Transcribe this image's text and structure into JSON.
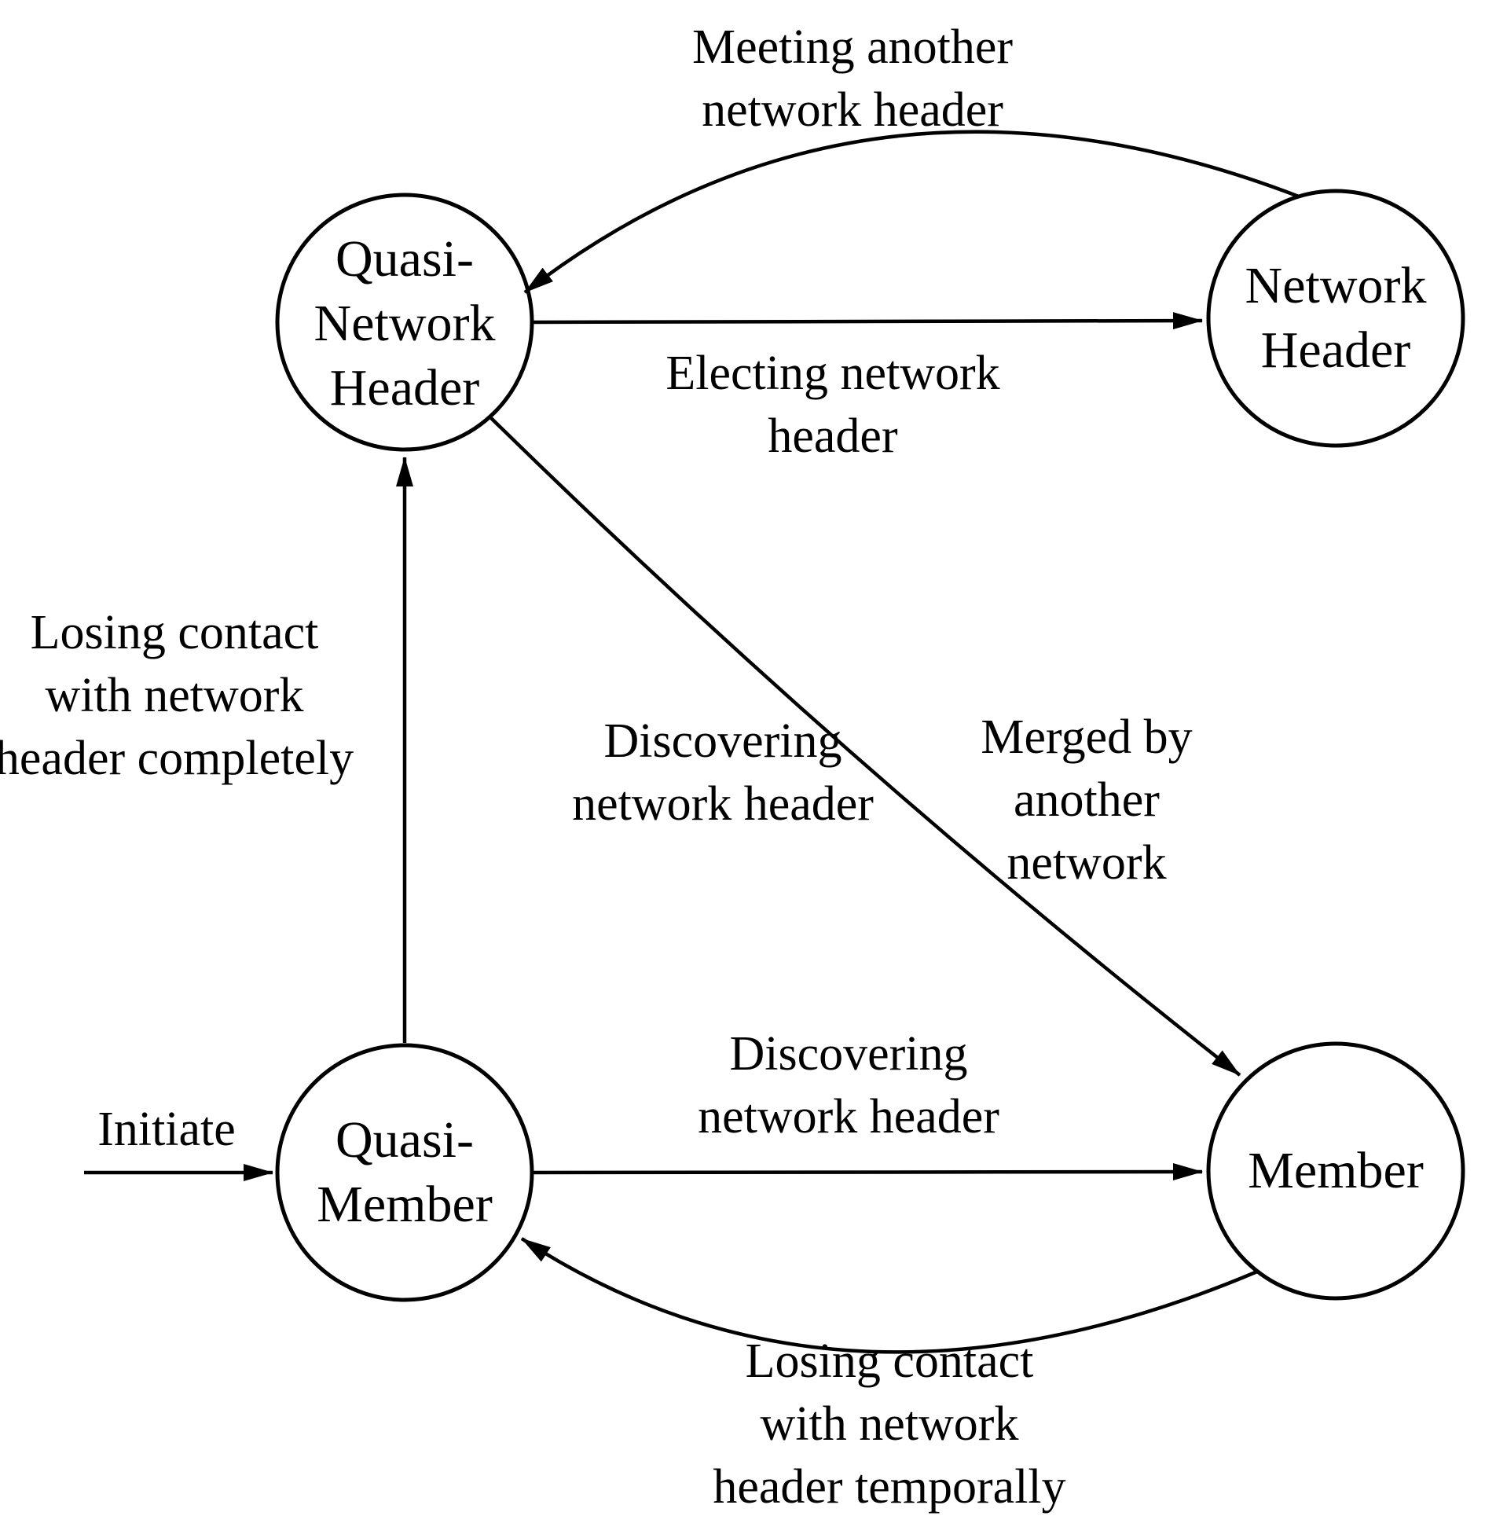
{
  "diagram": {
    "type": "state-transition-diagram",
    "colors": {
      "line": "#000000",
      "text": "#000000",
      "background": "#ffffff",
      "node_fill": "#ffffff"
    },
    "states": [
      {
        "id": "quasi-network-header",
        "label": "Quasi-\nNetwork\nHeader"
      },
      {
        "id": "network-header",
        "label": "Network\nHeader"
      },
      {
        "id": "quasi-member",
        "label": "Quasi-\nMember"
      },
      {
        "id": "member",
        "label": "Member"
      }
    ],
    "transitions": [
      {
        "name": "meeting-another-network-header",
        "from": "Network Header",
        "to": "Quasi-Network Header",
        "label": "Meeting another\nnetwork header"
      },
      {
        "name": "electing-network-header",
        "from": "Quasi-Network Header",
        "to": "Network Header",
        "label": "Electing network\nheader"
      },
      {
        "name": "losing-contact-completely",
        "from": "Quasi-Member",
        "to": "Quasi-Network Header",
        "label": "Losing contact\nwith network\nheader completely"
      },
      {
        "name": "merged-by-another-network",
        "from": "Quasi-Network Header",
        "to": "Member",
        "label": "Merged by\nanother\nnetwork",
        "label2": "Discovering\nnetwork header"
      },
      {
        "name": "discovering-network-header",
        "from": "Quasi-Member",
        "to": "Member",
        "label": "Discovering\nnetwork header"
      },
      {
        "name": "losing-contact-temporally",
        "from": "Member",
        "to": "Quasi-Member",
        "label": "Losing contact\nwith network\nheader temporally"
      },
      {
        "name": "initiate",
        "from": "",
        "to": "Quasi-Member",
        "label": "Initiate"
      }
    ]
  }
}
